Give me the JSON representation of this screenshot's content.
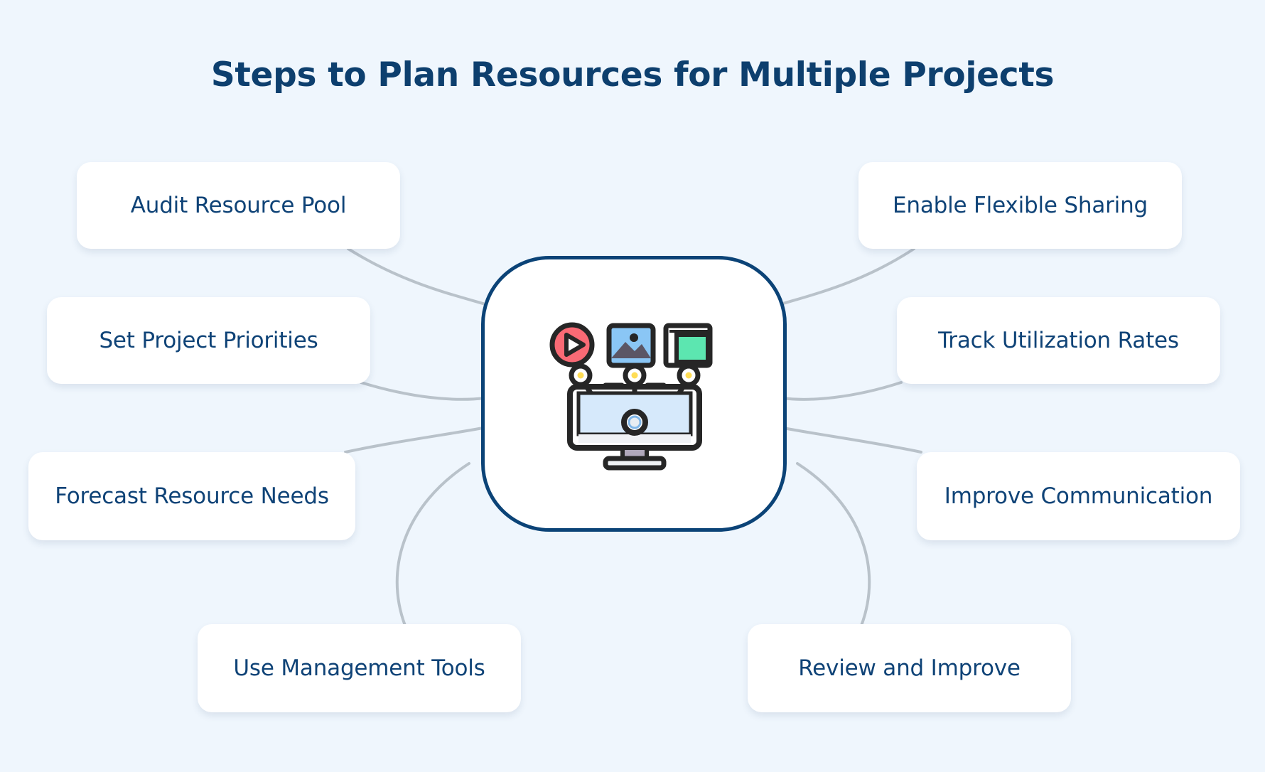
{
  "page": {
    "background_color": "#eff6fd",
    "title": "Steps to Plan Resources for Multiple Projects",
    "title_color": "#0d3f6e"
  },
  "hub": {
    "name": "central-hub",
    "border_color": "#0b4377",
    "fill_color": "#ffffff",
    "icon": {
      "name": "media-analytics-monitor-icon",
      "parts": [
        {
          "name": "play-button-icon",
          "color": "#f96a75"
        },
        {
          "name": "image-photo-icon",
          "color": "#8ac6f5"
        },
        {
          "name": "document-icon",
          "color": "#5ce6b0"
        },
        {
          "name": "monitor-screen",
          "color": "#d6e9fb"
        },
        {
          "name": "chart-node-dot",
          "color": "#ffdd55"
        }
      ]
    }
  },
  "connector": {
    "color": "#b9c2ca",
    "width": 4
  },
  "card_style": {
    "background": "#ffffff",
    "text_color": "#0f4377",
    "radius": "20px"
  },
  "cards": {
    "left": [
      {
        "id": "audit-resource-pool",
        "label": "Audit Resource Pool"
      },
      {
        "id": "set-project-priorities",
        "label": "Set Project Priorities"
      },
      {
        "id": "forecast-resource-needs",
        "label": "Forecast Resource Needs"
      },
      {
        "id": "use-management-tools",
        "label": "Use Management Tools"
      }
    ],
    "right": [
      {
        "id": "enable-flexible-sharing",
        "label": "Enable Flexible Sharing"
      },
      {
        "id": "track-utilization-rates",
        "label": "Track Utilization Rates"
      },
      {
        "id": "improve-communication",
        "label": "Improve Communication"
      },
      {
        "id": "review-and-improve",
        "label": "Review and Improve"
      }
    ]
  }
}
